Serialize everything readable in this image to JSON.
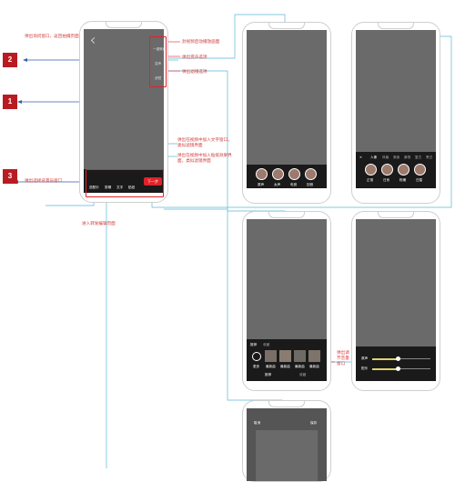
{
  "markers": [
    "1",
    "2",
    "3"
  ],
  "annotations": {
    "back": "弹出询问窗口，返回拍摄页面",
    "tools_top": "封视频启动播放画面",
    "tools_mid": "弹出变声选项",
    "tools_bot": "弹出滤镜选项",
    "text_1": "弹出在视频中加入文字窗口，类似滤镜界面",
    "text_2": "弹出在视频中加入贴纸效果界面，类似滤镜界面",
    "music": "弹出选择背景乐窗口",
    "next": "进入转发编辑页面",
    "adjust": "弹出调节音量窗口"
  },
  "main_phone": {
    "toolbar": [
      "选配乐",
      "剪辑",
      "文字",
      "贴纸"
    ],
    "next_button": "下一步",
    "side_tools": [
      "一键美颜",
      "变声",
      "滤镜"
    ]
  },
  "voice_phone": {
    "options": [
      "原声",
      "女声",
      "电音",
      "回音"
    ]
  },
  "filter_phone": {
    "tabs": [
      "人像",
      "风格",
      "美食",
      "景物",
      "复古",
      "黑白"
    ],
    "options": [
      "正常",
      "日系",
      "粉嫩",
      "白皙"
    ]
  },
  "music_phone": {
    "tabs": [
      "推荐",
      "收藏"
    ],
    "items": [
      "更多",
      "最新曲",
      "最新曲",
      "最新曲",
      "最新曲"
    ],
    "bottom": [
      "推荐",
      "收藏"
    ]
  },
  "volume_phone": {
    "sliders": [
      "原声",
      "配乐"
    ],
    "levels": [
      0.45,
      0.45
    ]
  },
  "preview_phone": {
    "left": "取消",
    "right": "保存"
  },
  "colors": {
    "accent": "#e0222a",
    "line": "#5bb8d6",
    "screen": "#6a6a6a"
  }
}
